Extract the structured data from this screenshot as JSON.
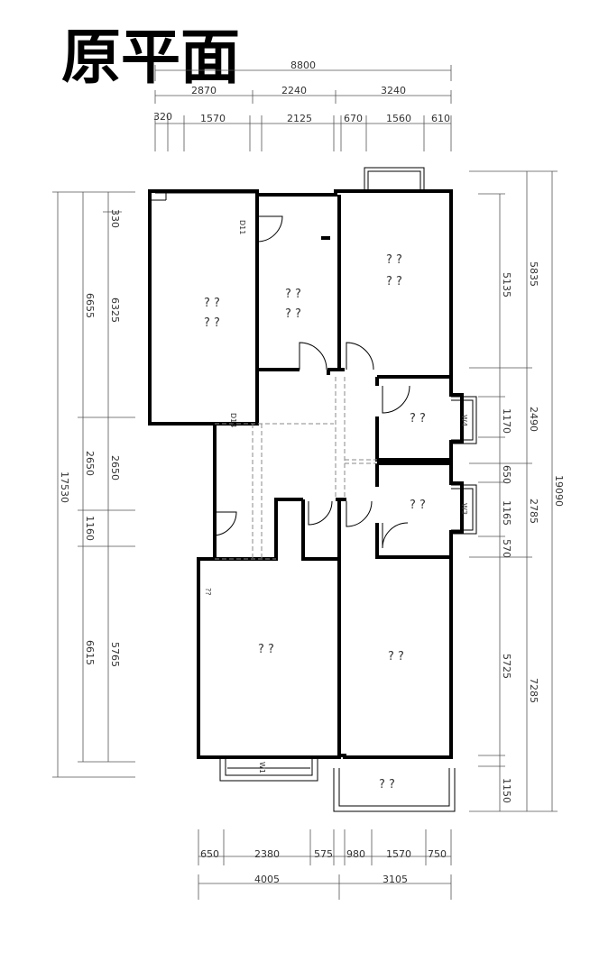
{
  "title": "原平面",
  "dimensions": {
    "top_total": "8800",
    "top_mid": [
      "2870",
      "2240",
      "3240"
    ],
    "top_detail": [
      "320",
      "1570",
      "2125",
      "670",
      "1560",
      "610"
    ],
    "left_outer": "17530",
    "left_mid": [
      "6655",
      "2650",
      "1160",
      "6615"
    ],
    "left_inner": [
      "330",
      "6325",
      "2650",
      "5765"
    ],
    "right_outer": "19090",
    "right_mid": [
      "5835",
      "2490",
      "2785",
      "7285"
    ],
    "right_inner": [
      "5135",
      "1170",
      "650",
      "1165",
      "570",
      "5725",
      "1150"
    ],
    "bottom_detail": [
      "650",
      "2380",
      "575",
      "980",
      "1570",
      "750"
    ],
    "bottom_total": [
      "4005",
      "3105"
    ]
  },
  "rooms": {
    "room_a": "? ?",
    "room_b": "? ?",
    "room_c": "? ?",
    "room_d": "? ?",
    "room_e": "? ?",
    "room_f": "? ?",
    "room_g": "? ?",
    "room_h": "? ?",
    "room_i": "? ?",
    "room_j": "? ?",
    "balcony": "? ?"
  },
  "door_codes": {
    "d11": "D11",
    "d14": "D14",
    "w3": "W3",
    "w4": "W4",
    "w1": "W1",
    "s": "??"
  }
}
